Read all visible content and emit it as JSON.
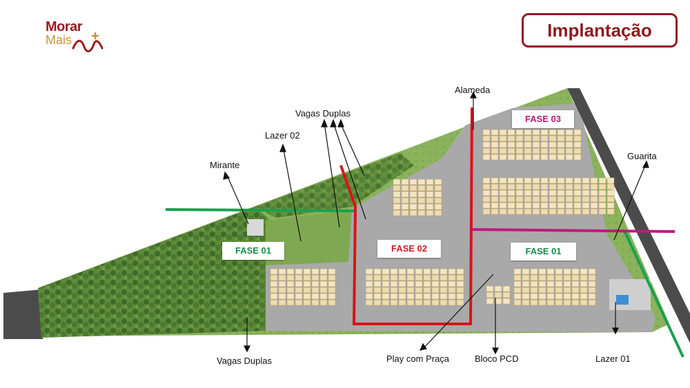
{
  "brand": {
    "line1": "Morar",
    "line2": "Mais"
  },
  "title": "Implantação",
  "phases": [
    {
      "label": "FASE 01",
      "color": "#1a8a4a"
    },
    {
      "label": "FASE 02",
      "color": "#c8202a"
    },
    {
      "label": "FASE 01",
      "color": "#1a8a4a"
    },
    {
      "label": "FASE 03",
      "color": "#b5197b"
    }
  ],
  "callouts": {
    "alameda": "Alameda",
    "vagas_duplas_top": "Vagas Duplas",
    "lazer02": "Lazer 02",
    "mirante": "Mirante",
    "guarita": "Guarita",
    "vagas_duplas_bottom": "Vagas Duplas",
    "play": "Play com Praça",
    "bloco_pcd": "Bloco PCD",
    "lazer01": "Lazer 01"
  },
  "colors": {
    "brand_red": "#9a1c20",
    "brand_gold": "#c9962f",
    "fase01_line": "#1aa04f",
    "fase02_line": "#d7141a",
    "fase03_line": "#c0197f"
  }
}
